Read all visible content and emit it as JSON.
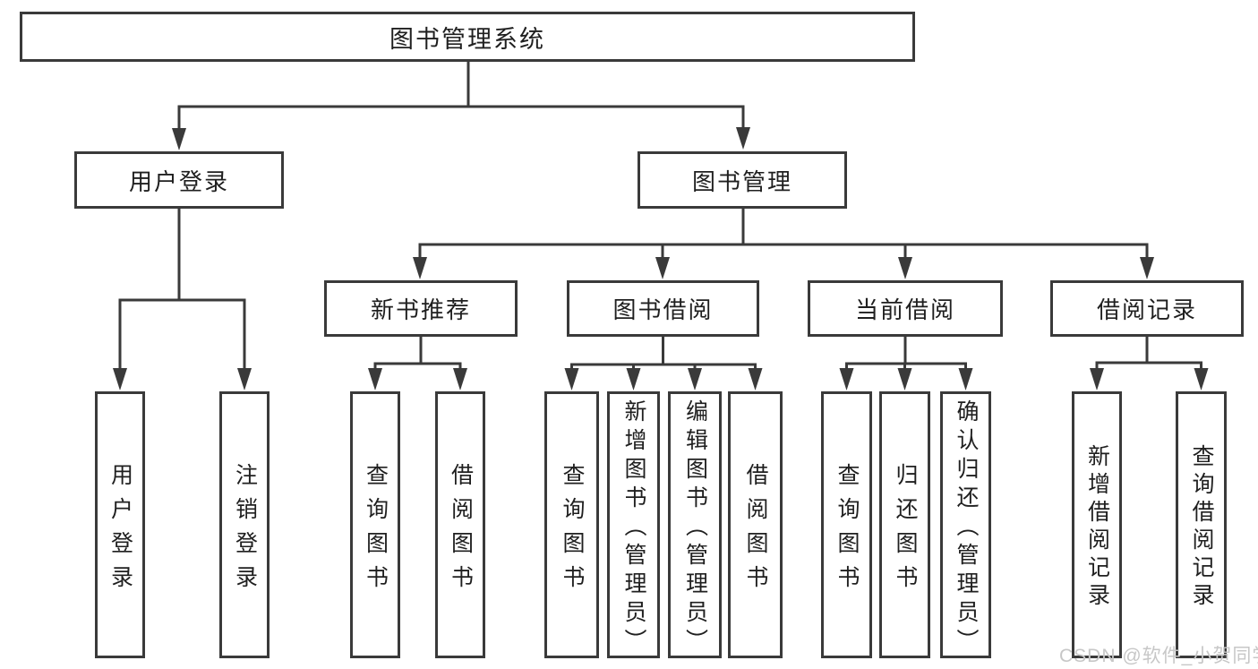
{
  "tree": {
    "label": "图书管理系统",
    "children": [
      {
        "label": "用户登录",
        "children": [
          {
            "label": "用户登录"
          },
          {
            "label": "注销登录"
          }
        ]
      },
      {
        "label": "图书管理",
        "children": [
          {
            "label": "新书推荐",
            "children": [
              {
                "label": "查询图书"
              },
              {
                "label": "借阅图书"
              }
            ]
          },
          {
            "label": "图书借阅",
            "children": [
              {
                "label": "查询图书"
              },
              {
                "label": "新增图书（管理员）"
              },
              {
                "label": "编辑图书（管理员）"
              },
              {
                "label": "借阅图书"
              }
            ]
          },
          {
            "label": "当前借阅",
            "children": [
              {
                "label": "查询图书"
              },
              {
                "label": "归还图书"
              },
              {
                "label": "确认归还（管理员）"
              }
            ]
          },
          {
            "label": "借阅记录",
            "children": [
              {
                "label": "新增借阅记录"
              },
              {
                "label": "查询借阅记录"
              }
            ]
          }
        ]
      }
    ]
  },
  "watermark": {
    "text": "CSDN @软件_小贺同学"
  },
  "colors": {
    "line": "#3a3a3a",
    "text": "#1f1f1f",
    "watermark": "#c7c7c7",
    "background": "#ffffff"
  }
}
